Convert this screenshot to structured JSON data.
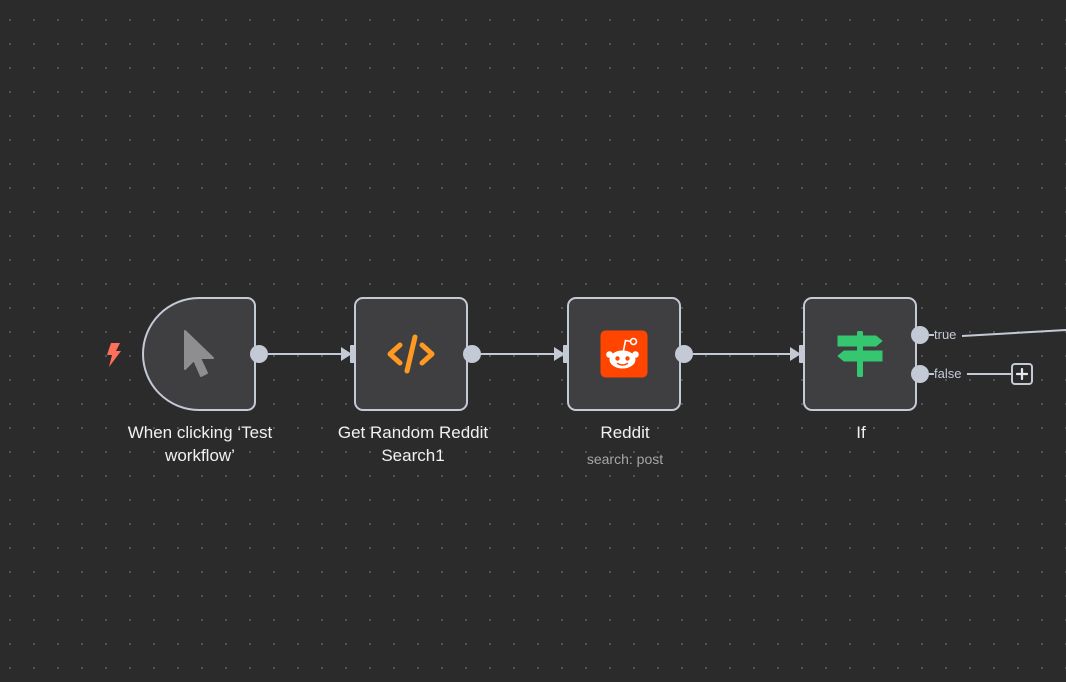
{
  "canvas": {
    "background": "#2b2b2b",
    "dot_color": "#5a5a5a"
  },
  "colors": {
    "node_fill": "#3f3f41",
    "node_border": "#c3c9d5",
    "edge": "#c3c9d5",
    "trigger_bolt": "#ff6f5c",
    "code_icon": "#ff9922",
    "reddit_brand": "#ff4500",
    "if_icon": "#35c670"
  },
  "nodes": [
    {
      "id": "trigger",
      "label": "When clicking ‘Test workflow’",
      "label_line1": "When clicking ‘Test",
      "label_line2": "workflow’",
      "icon": "mouse-pointer-icon",
      "type": "manual-trigger"
    },
    {
      "id": "code",
      "label": "Get Random Reddit Search1",
      "label_line1": "Get Random Reddit",
      "label_line2": "Search1",
      "icon": "code-icon",
      "type": "code"
    },
    {
      "id": "reddit",
      "label": "Reddit",
      "subtitle": "search: post",
      "icon": "reddit-icon",
      "type": "reddit"
    },
    {
      "id": "if",
      "label": "If",
      "icon": "signpost-icon",
      "type": "if",
      "outputs": [
        "true",
        "false"
      ]
    }
  ],
  "branches": {
    "true_label": "true",
    "false_label": "false"
  },
  "connections": [
    {
      "from": "trigger",
      "to": "code"
    },
    {
      "from": "code",
      "to": "reddit"
    },
    {
      "from": "reddit",
      "to": "if"
    },
    {
      "from": "if",
      "output": "true",
      "to": "offscreen"
    }
  ],
  "add_node_button": {
    "icon": "plus-icon",
    "output": "false"
  }
}
